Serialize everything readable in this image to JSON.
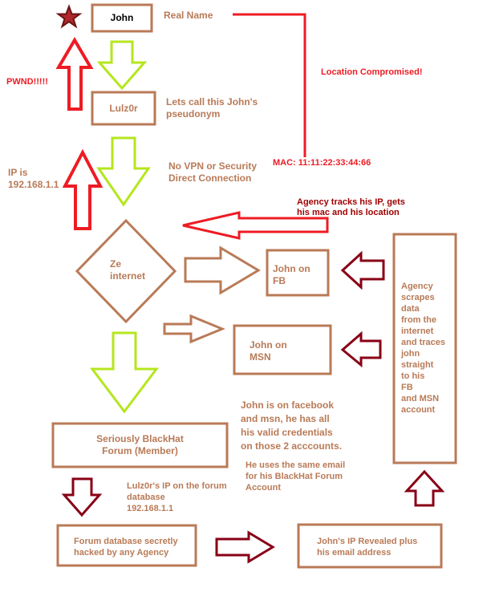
{
  "colors": {
    "box_border": "#b97a57",
    "lime_arrow": "#b5e61d",
    "red_arrow": "#ed1c24",
    "dark_red_arrow": "#880015",
    "brown_text": "#b97a57",
    "red_text": "#ed1c24",
    "dark_red_text": "#a00000"
  },
  "nodes": {
    "john": "John",
    "lulz0r": "Lulz0r",
    "internet": "Ze\ninternet",
    "john_fb": "John on\nFB",
    "john_msn": "John on\nMSN",
    "forum": "Seriously BlackHat\nForum (Member)",
    "forum_db": "Forum database secretly\nhacked by any Agency",
    "ip_revealed": "John's IP Revealed plus\nhis email address",
    "agency_scrapes": "Agency\nscrapes\ndata\nfrom the\ninternet\nand traces\njohn\nstraight\nto his\nFB\nand MSN\naccount"
  },
  "labels": {
    "real_name": "Real Name",
    "pseudonym": "Lets call this John's\npseudonym",
    "no_vpn": "No VPN or Security\nDirect Connection",
    "pwnd": "PWND!!!!!",
    "ip_is": "IP is\n192.168.1.1",
    "location_compromised": "Location Compromised!",
    "mac": "MAC: 11:11:22:33:44:66",
    "agency_tracks": "Agency tracks his IP, gets\nhis mac and his location",
    "john_accounts": "John is on facebook\nand msn, he has all\nhis valid credentials\non those 2 acccounts.",
    "same_email": "He uses the same email\nfor his BlackHat Forum\nAccount",
    "forum_ip": "Lulz0r's IP on the forum\ndatabase\n192.168.1.1"
  },
  "icons": {
    "star": "star-icon"
  }
}
